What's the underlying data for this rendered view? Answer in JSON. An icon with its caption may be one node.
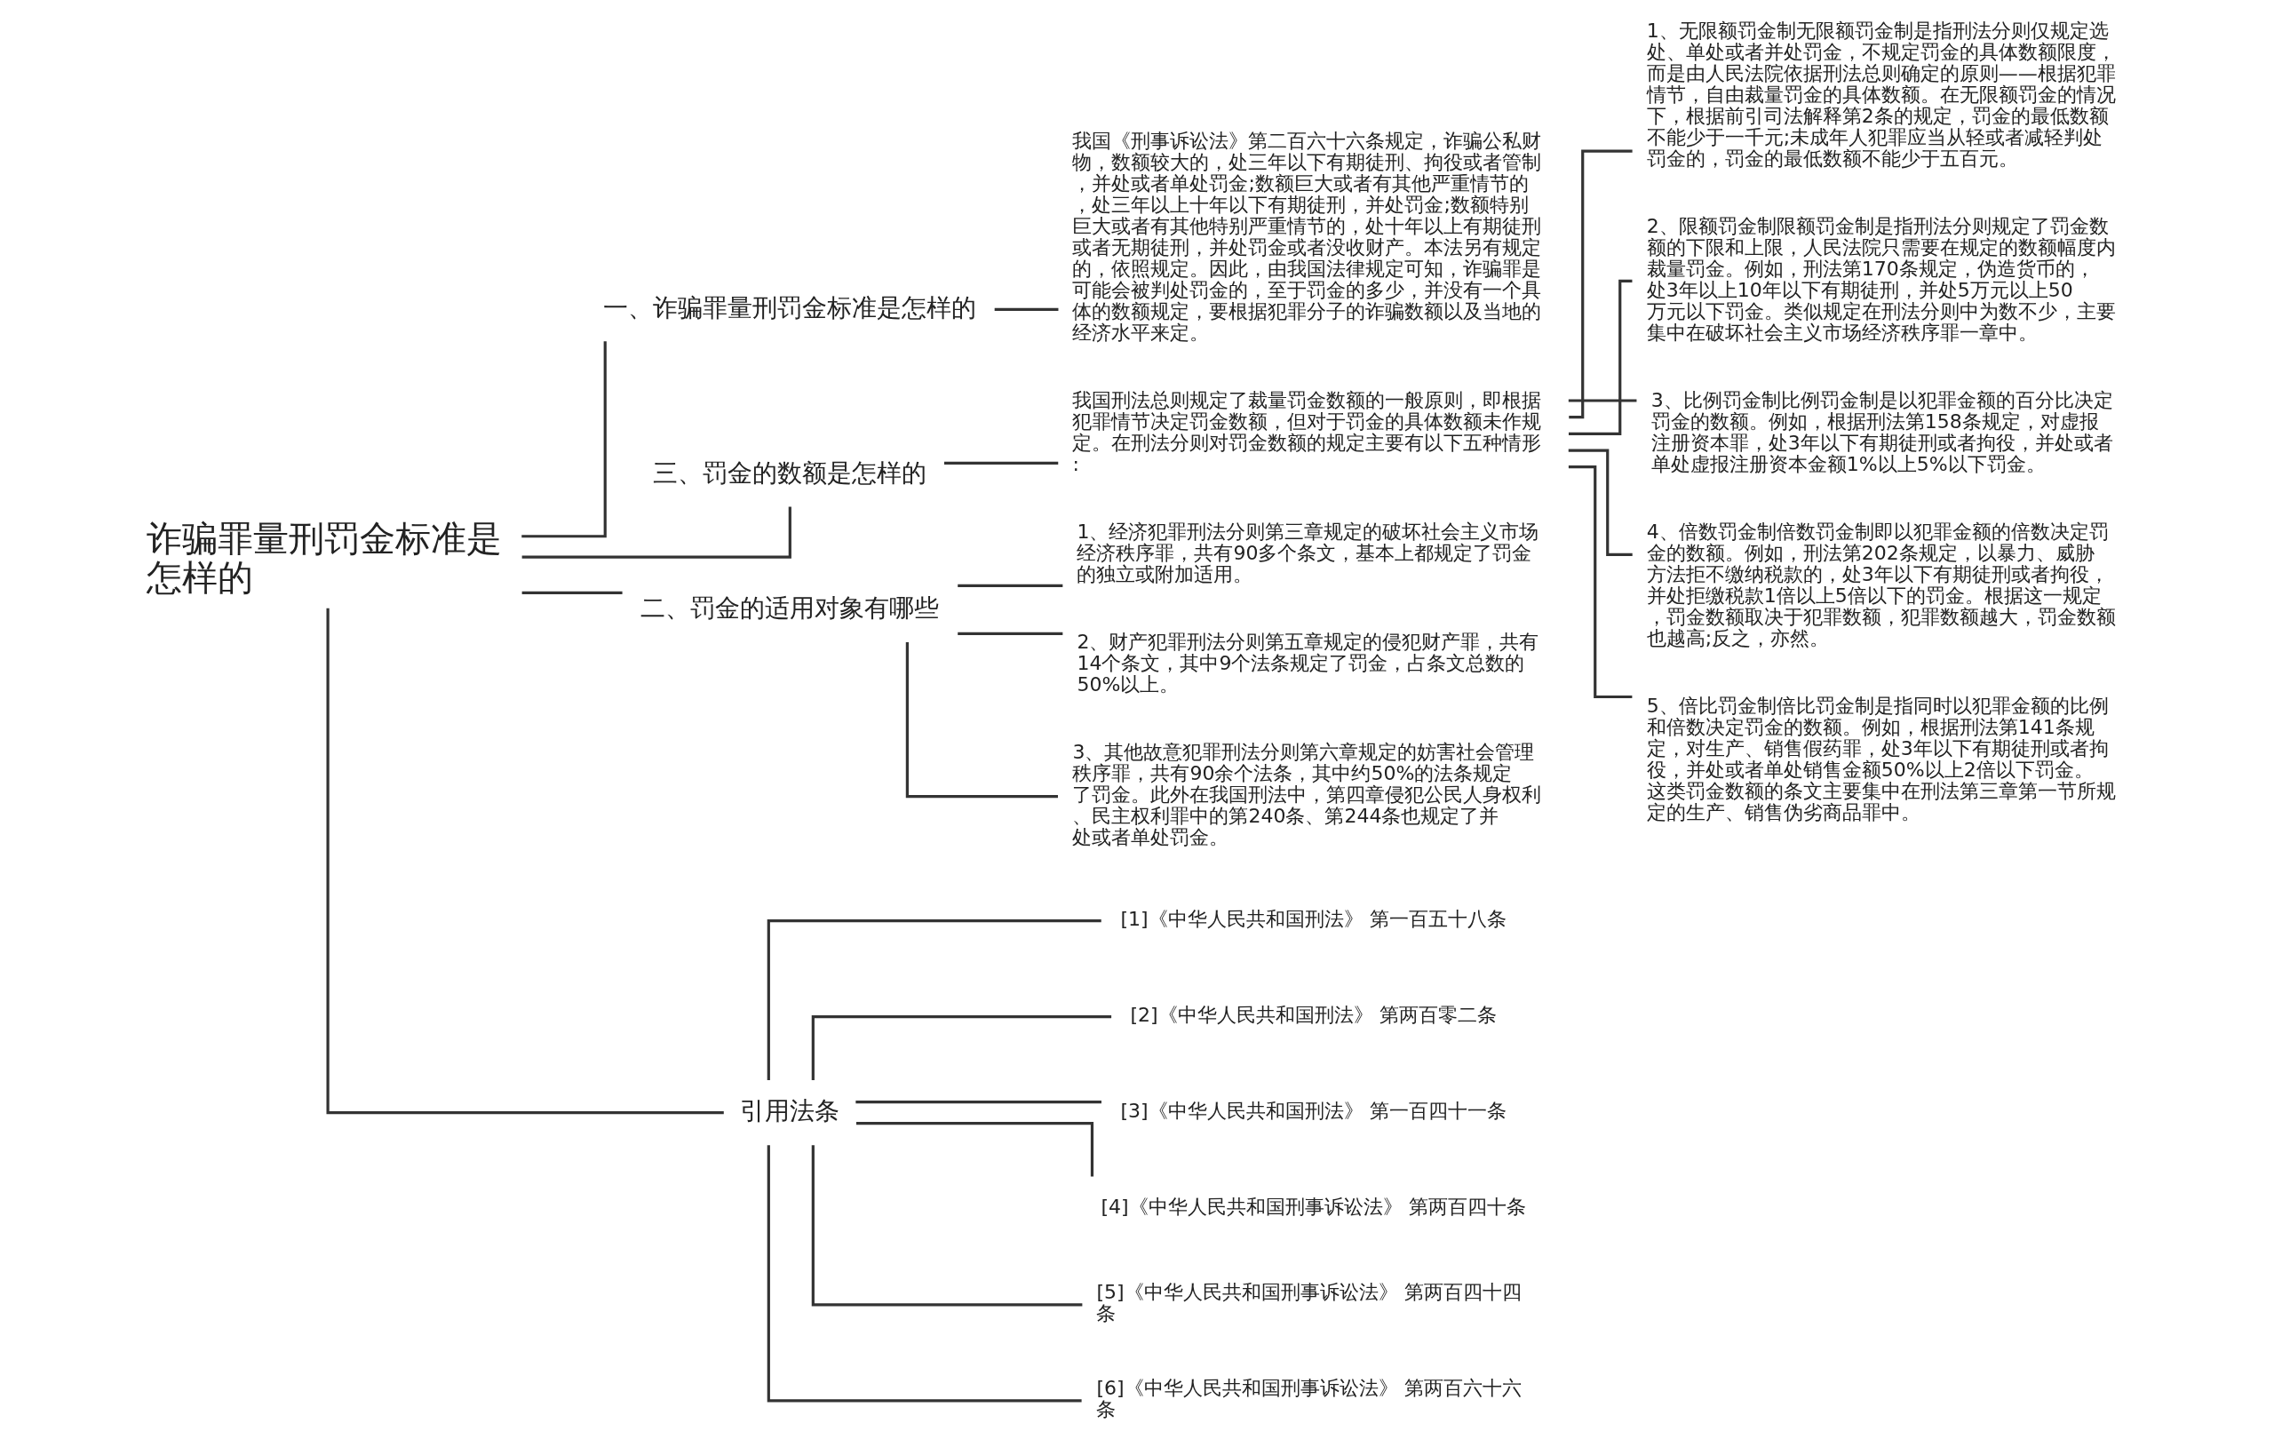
{
  "diagram": {
    "nodes": [
      {
        "text": [
          "诈骗罪量刑罚金标准是怎样的"
        ]
      },
      {
        "text": [
          "一、诈骗罪量刑罚金标准是怎样的"
        ]
      },
      {
        "text": [
          "我国《刑事诉讼法》第二百六十六条规定，诈骗公私财物，数额较大的，处三年以下有期徒刑、拘役或者管制，并处或者单处罚金;数额巨大或者有其他严重情节的，处三年以上十年以下有期徒刑，并处罚金;数额特别巨大或者有其他特别严重情节的，处十年以上有期徒刑或者无期徒刑，并处罚金或者没收财产。本法另有规定的，依照规定。因此，由我国法律规定可知，诈骗罪是可能会被判处罚金的，至于罚金的多少，并没有一个具体的数额规定，要根据犯罪分子的诈骗数额以及当地的经济水平来定。"
        ]
      },
      {
        "text": [
          "三、罚金的数额是怎样的"
        ]
      },
      {
        "text": [
          "我国刑法总则规定了裁量罚金数额的一般原则，即根据犯罪情节决定罚金数额，但对于罚金的具体数额未作规定。在刑法分则对罚金数额的规定主要有以下五种情形:"
        ]
      },
      {
        "text": [
          "1、无限额罚金制无限额罚金制是指刑法分则仅规定选处、单处或者并处罚金，不规定罚金的具体数额限度，而是由人民法院依据刑法总则确定的原则——根据犯罪情节，自由裁量罚金的具体数额。在无限额罚金的情况下，根据前引司法解释第2条的规定，罚金的最低数额不能少于一千元;未成年人犯罪应当从轻或者减轻判处罚金的，罚金的最低数额不能少于五百元。"
        ]
      },
      {
        "text": [
          "2、限额罚金制限额罚金制是指刑法分则规定了罚金数额的下限和上限，人民法院只需要在规定的数额幅度内裁量罚金。例如，刑法第170条规定，伪造货币的，处3年以上10年以下有期徒刑，并处5万元以上50万元以下罚金。类似规定在刑法分则中为数不少，主要集中在破坏社会主义市场经济秩序罪一章中。"
        ]
      },
      {
        "text": [
          "3、比例罚金制比例罚金制是以犯罪金额的百分比决定罚金的数额。例如，根据刑法第158条规定，对虚报注册资本罪，处3年以下有期徒刑或者拘役，并处或者单处虚报注册资本金额1%以上5%以下罚金。"
        ]
      },
      {
        "text": [
          "4、倍数罚金制倍数罚金制即以犯罪金额的倍数决定罚金的数额。例如，刑法第202条规定，以暴力、威胁方法拒不缴纳税款的，处3年以下有期徒刑或者拘役，并处拒缴税款1倍以上5倍以下的罚金。根据这一规定，罚金数额取决于犯罪数额，犯罪数额越大，罚金数额也越高;反之，亦然。"
        ]
      },
      {
        "text": [
          "5、倍比罚金制倍比罚金制是指同时以犯罪金额的比例和倍数决定罚金的数额。例如，根据刑法第141条规定，对生产、销售假药罪，处3年以下有期徒刑或者拘役，并处或者单处销售金额50%以上2倍以下罚金。这类罚金数额的条文主要集中在刑法第三章第一节所规定的生产、销售伪劣商品罪中。"
        ]
      },
      {
        "text": [
          "二、罚金的适用对象有哪些"
        ]
      },
      {
        "text": [
          "1、经济犯罪刑法分则第三章规定的破坏社会主义市场经济秩序罪，共有90多个条文，基本上都规定了罚金的独立或附加适用。"
        ]
      },
      {
        "text": [
          "2、财产犯罪刑法分则第五章规定的侵犯财产罪，共有14个条文，其中9个法条规定了罚金，占条文总数的50%以上。"
        ]
      },
      {
        "text": [
          "3、其他故意犯罪刑法分则第六章规定的妨害社会管理秩序罪，共有90余个法条，其中约50%的法条规定了罚金。此外在我国刑法中，第四章侵犯公民人身权利、民主权利罪中的第240条、第244条也规定了并处或者单处罚金。"
        ]
      },
      {
        "text": [
          "引用法条"
        ]
      },
      {
        "text": [
          "[1]《中华人民共和国刑法》 第一百五十八条"
        ]
      },
      {
        "text": [
          "[2]《中华人民共和国刑法》 第两百零二条"
        ]
      },
      {
        "text": [
          "[3]《中华人民共和国刑法》 第一百四十一条"
        ]
      },
      {
        "text": [
          "[4]《中华人民共和国刑事诉讼法》 第两百四十条"
        ]
      },
      {
        "text": [
          "[5]《中华人民共和国刑事诉讼法》 第两百四十四条"
        ]
      },
      {
        "text": [
          "[6]《中华人民共和国刑事诉讼法》 第两百六十六条"
        ]
      }
    ],
    "edges": [
      {
        "from": 0,
        "to": 1,
        "arrow": "none"
      },
      {
        "from": 1,
        "to": 2,
        "arrow": "none"
      },
      {
        "from": 0,
        "to": 3,
        "arrow": "none"
      },
      {
        "from": 3,
        "to": 4,
        "arrow": "none"
      },
      {
        "from": 4,
        "to": 5,
        "arrow": "none"
      },
      {
        "from": 4,
        "to": 6,
        "arrow": "none"
      },
      {
        "from": 4,
        "to": 7,
        "arrow": "none"
      },
      {
        "from": 4,
        "to": 8,
        "arrow": "none"
      },
      {
        "from": 4,
        "to": 9,
        "arrow": "none"
      },
      {
        "from": 0,
        "to": 10,
        "arrow": "none"
      },
      {
        "from": 10,
        "to": 11,
        "arrow": "none"
      },
      {
        "from": 10,
        "to": 12,
        "arrow": "none"
      },
      {
        "from": 10,
        "to": 13,
        "arrow": "none"
      },
      {
        "from": 0,
        "to": 14,
        "arrow": "none"
      },
      {
        "from": 14,
        "to": 15,
        "arrow": "none"
      },
      {
        "from": 14,
        "to": 16,
        "arrow": "none"
      },
      {
        "from": 14,
        "to": 17,
        "arrow": "none"
      },
      {
        "from": 14,
        "to": 18,
        "arrow": "none"
      },
      {
        "from": 14,
        "to": 19,
        "arrow": "none"
      },
      {
        "from": 14,
        "to": 20,
        "arrow": "none"
      }
    ]
  }
}
